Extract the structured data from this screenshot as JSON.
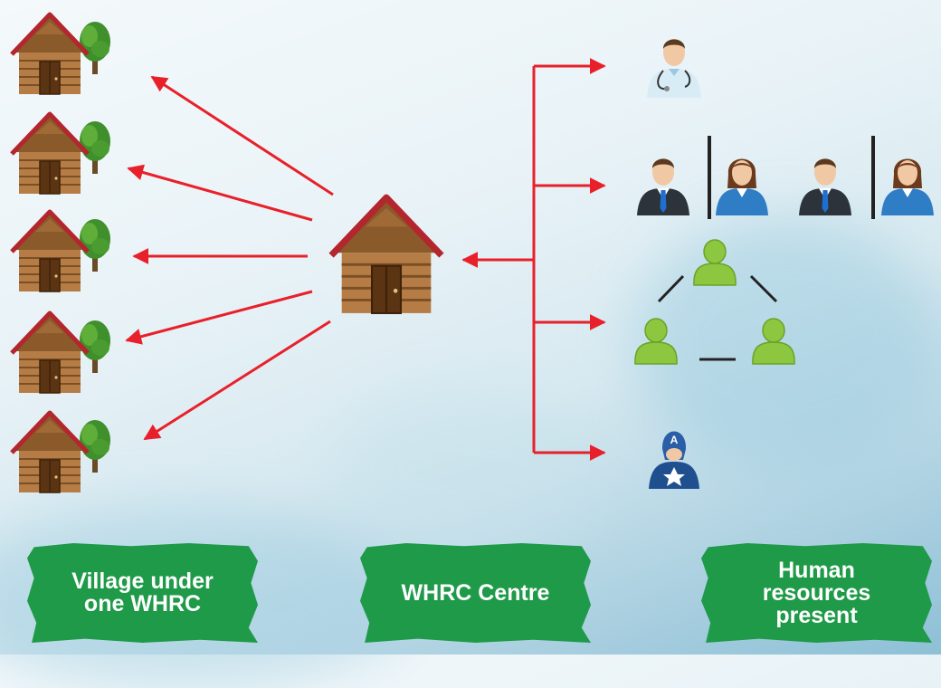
{
  "labels": {
    "villages": "Village under one WHRC",
    "centre": "WHRC Centre",
    "resources": "Human resources present"
  },
  "icons": {
    "villages": [
      "village-hut-icon",
      "village-hut-icon",
      "village-hut-icon",
      "village-hut-icon",
      "village-hut-icon"
    ],
    "centre": "whrc-centre-hut-icon",
    "resources": [
      "doctor-icon",
      "male-female-staff-pairs-icon",
      "community-group-icon",
      "volunteer-hero-icon"
    ]
  },
  "colors": {
    "arrow": "#e8202a",
    "banner": "#1f9a48",
    "banner_text": "#ffffff",
    "group_person": "#8dc63f"
  }
}
